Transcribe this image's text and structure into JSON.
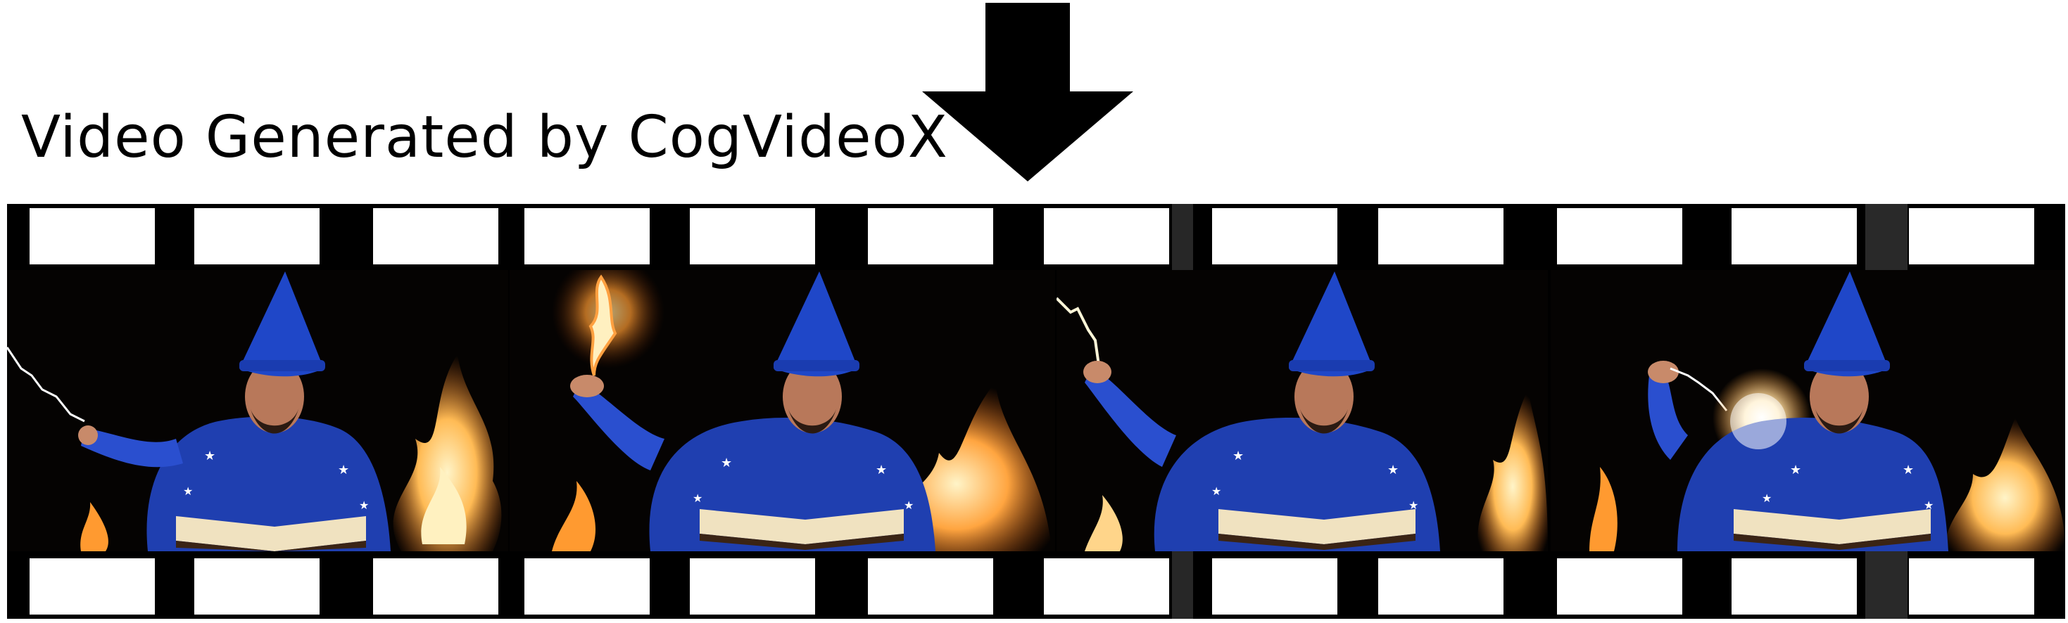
{
  "title": "Video Generated by CogVideoX",
  "arrow_icon": "down-arrow-icon",
  "colors": {
    "robe": "#1f3fb0",
    "hat": "#1f47c8",
    "fire": "#ffb04a",
    "background": "#000000"
  },
  "frames": [
    {
      "subject": "wizard-with-lightning"
    },
    {
      "subject": "wizard-raising-flame"
    },
    {
      "subject": "wizard-casting-lightning"
    },
    {
      "subject": "wizard-glowing-hand"
    }
  ]
}
